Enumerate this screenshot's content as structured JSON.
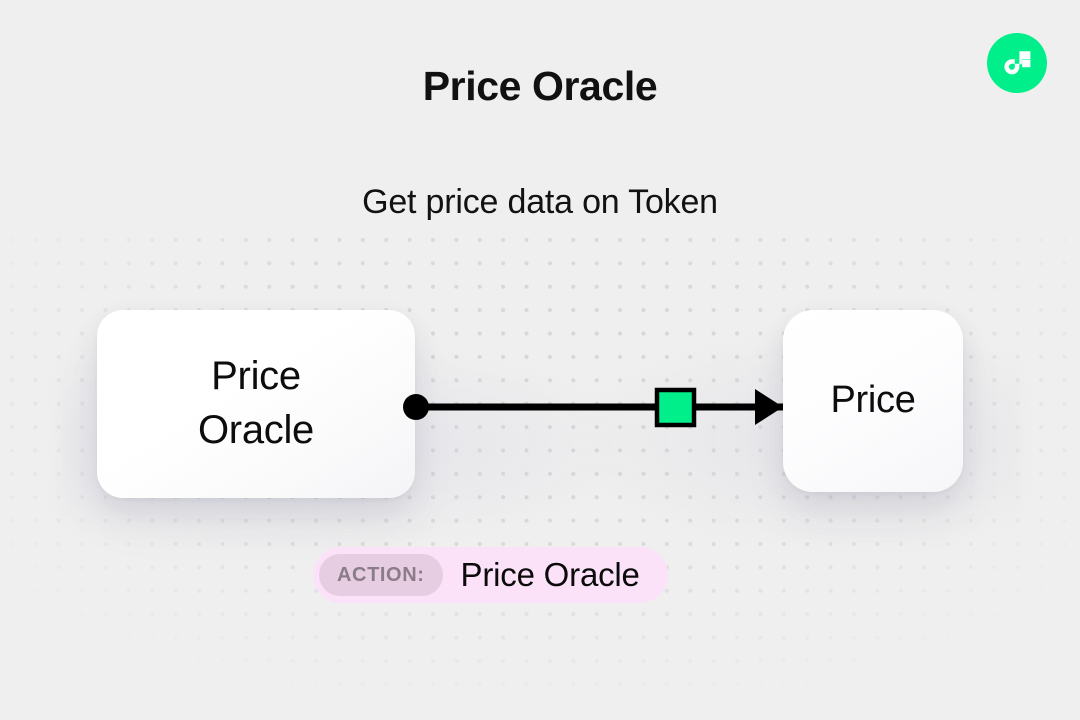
{
  "page": {
    "title": "Price Oracle",
    "subtitle": "Get price data on Token",
    "background_color": "#EFEFEF",
    "dot_color": "#D7D7DA"
  },
  "brand": {
    "name": "flow-logo",
    "accent_color": "#00EF8B",
    "glyph_color": "#FFFFFF"
  },
  "diagram": {
    "source_node": {
      "label": "Price\nOracle",
      "card_color": "#FFFFFF"
    },
    "target_node": {
      "label": "Price",
      "card_color": "#FFFFFF"
    },
    "connector": {
      "line_color": "#000000",
      "start_dot_name": "output-port",
      "marker_color": "#00EF8B",
      "marker_border_color": "#000000",
      "arrow_name": "arrow-head"
    }
  },
  "action_badge": {
    "chip_label": "ACTION:",
    "value": "Price Oracle",
    "badge_color": "#FBE2F8",
    "chip_color": "#E6CDE2",
    "chip_text_color": "#8A7C88"
  }
}
